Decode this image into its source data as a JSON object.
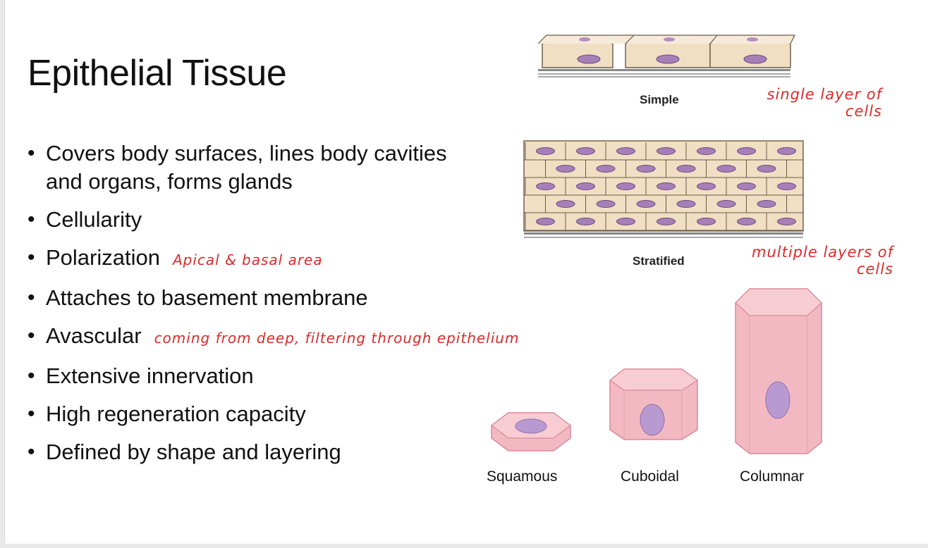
{
  "slide": {
    "title": "Epithelial Tissue",
    "bullets": [
      {
        "text": "Covers body surfaces, lines body cavities and organs, forms glands",
        "note": ""
      },
      {
        "text": "Cellularity",
        "note": ""
      },
      {
        "text": "Polarization",
        "note": "Apical & basal area"
      },
      {
        "text": "Attaches to basement membrane",
        "note": ""
      },
      {
        "text": "Avascular",
        "note": "coming from deep, filtering through epithelium"
      },
      {
        "text": "Extensive innervation",
        "note": ""
      },
      {
        "text": "High regeneration capacity",
        "note": ""
      },
      {
        "text": "Defined by shape and layering",
        "note": ""
      }
    ]
  },
  "figures": {
    "simple_label": "Simple",
    "simple_note_line1": "single layer of",
    "simple_note_line2": "cells",
    "stratified_label": "Stratified",
    "stratified_note_line1": "multiple layers of",
    "stratified_note_line2": "cells",
    "shapes": [
      "Squamous",
      "Cuboidal",
      "Columnar"
    ]
  },
  "colors": {
    "ink": "#d92b2b",
    "cell_fill": "#f1dfc4",
    "nucleus": "#a77fb8",
    "shape_pink": "#f3b9c2"
  }
}
